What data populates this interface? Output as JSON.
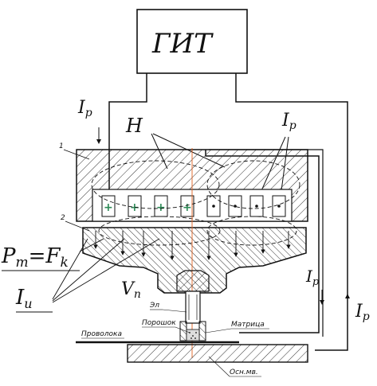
{
  "labels": {
    "git": "ГИТ",
    "ip": "I",
    "ip_sub": "p",
    "h": "H",
    "one": "1",
    "two": "2",
    "pm": "P",
    "pm_sub": "m",
    "eq": "=",
    "fk": "F",
    "fk_sub": "k",
    "iu": "I",
    "iu_sub": "u",
    "vn": "V",
    "vn_sub": "n",
    "el": "Эл",
    "poroshok": "Порошок",
    "matrica": "Матрица",
    "provolka": "Проволока",
    "osnm": "Осн.мв."
  },
  "colors": {
    "line": "#111111",
    "hatch": "#333333",
    "dot_cross": "#2e8b57",
    "axis": "#e06020"
  }
}
